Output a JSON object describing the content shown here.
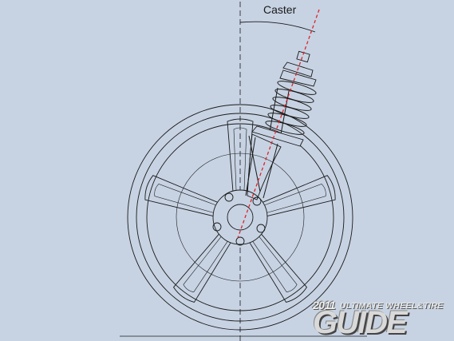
{
  "labels": {
    "caster": "Caster"
  },
  "logo": {
    "year": "2011",
    "tagline": "ULTIMATE WHEEL&TIRE",
    "word": "GUIDE"
  },
  "colors": {
    "background": "#c7d3e3",
    "line": "#1a1a1a",
    "axis": "#e0232a"
  }
}
